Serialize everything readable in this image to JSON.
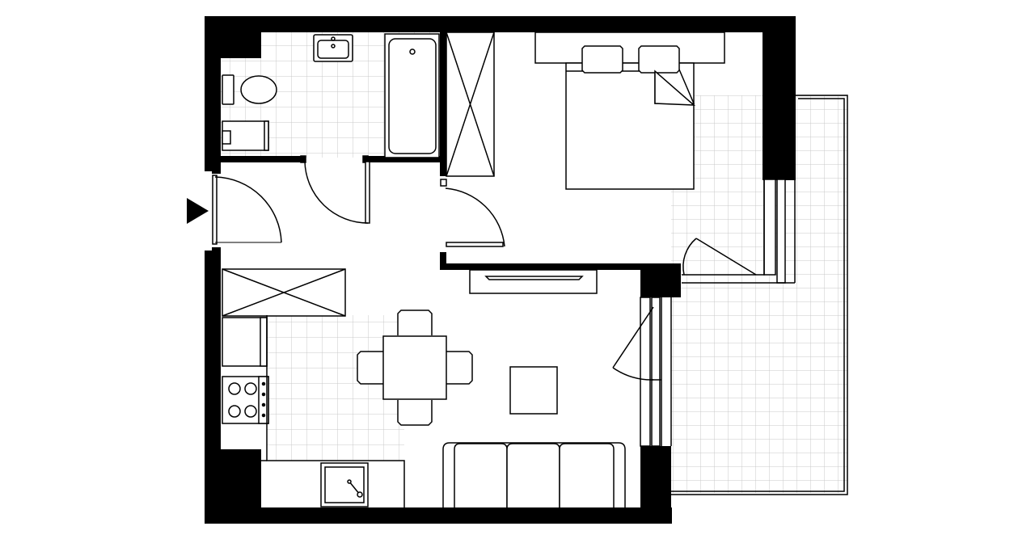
{
  "colors": {
    "wall": "#000000",
    "line": "#000000",
    "tile": "#c9c9c9",
    "background": "#ffffff"
  },
  "rooms": [
    "bathroom",
    "hall",
    "bedroom",
    "kitchen",
    "living-room",
    "balcony"
  ],
  "entrance": {
    "icon": "entrance-arrow-icon"
  },
  "fixtures": [
    "washbasin-icon",
    "toilet-icon",
    "washing-machine-icon",
    "bathtub-icon",
    "wardrobe-icon",
    "double-bed-icon",
    "hall-wardrobe-icon",
    "fridge-icon",
    "stove-icon",
    "kitchen-sink-icon",
    "dining-table-icon",
    "coffee-table-icon",
    "sofa-icon",
    "tv-cabinet-icon"
  ]
}
